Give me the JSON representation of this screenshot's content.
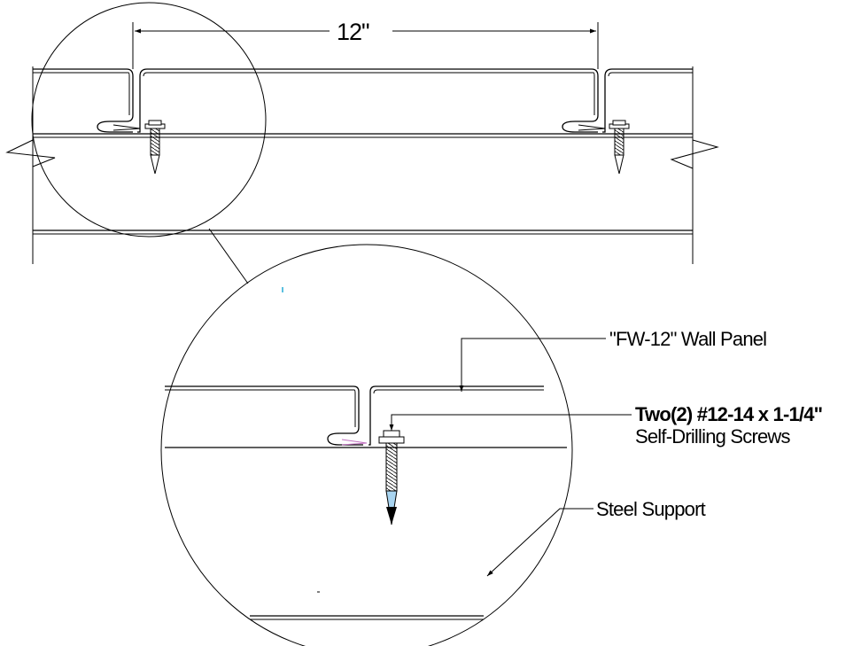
{
  "dimension": {
    "label": "12\""
  },
  "callouts": {
    "wall_panel": "\"FW-12\"  Wall Panel",
    "screws_line1": "Two(2) #12-14 x 1-1/4\"",
    "screws_line2": "Self-Drilling Screws",
    "steel_support": "Steel Support"
  },
  "colors": {
    "line": "#000000",
    "screw_tip": "#a8d4f0",
    "washer_accent": "#c070c0"
  }
}
